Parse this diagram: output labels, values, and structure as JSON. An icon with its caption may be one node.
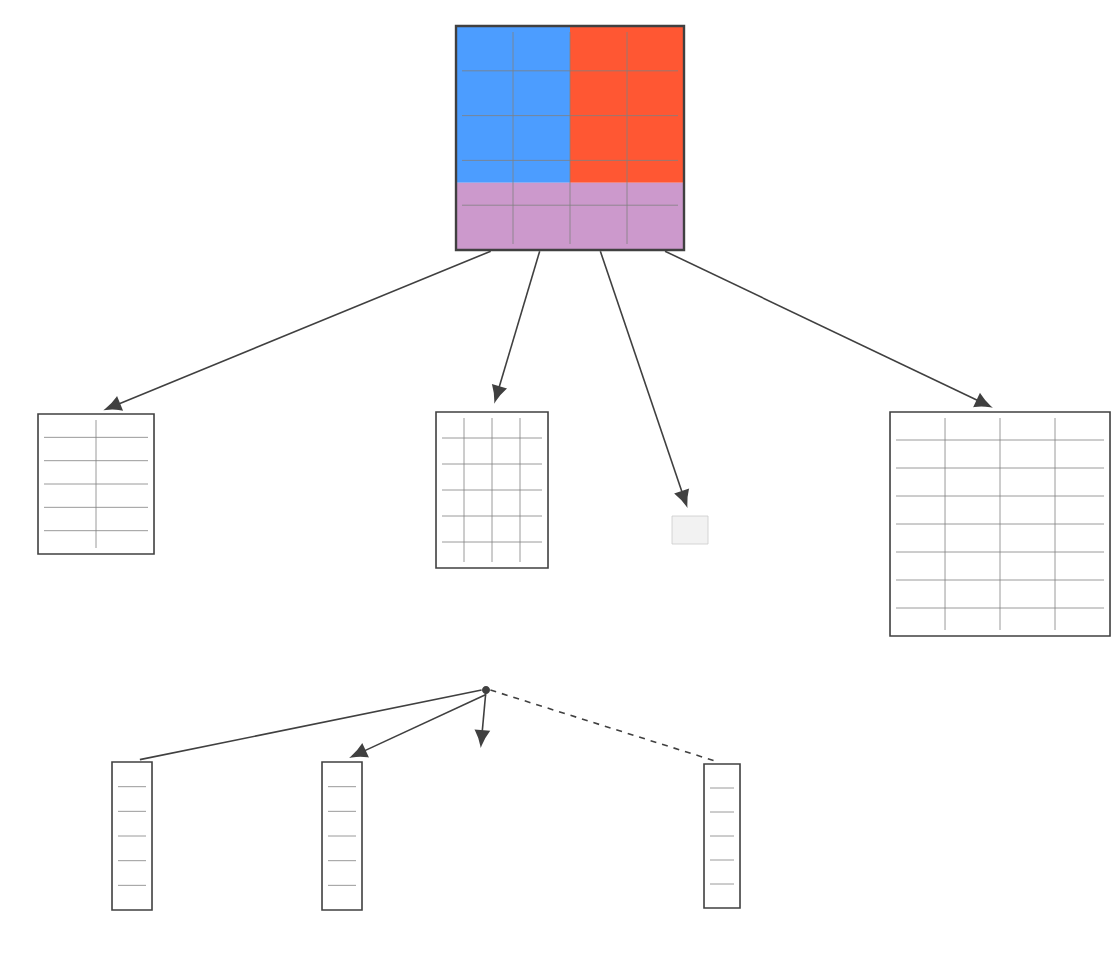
{
  "diagram": {
    "nodes": [
      {
        "text": [],
        "shape": "table"
      },
      {
        "text": [],
        "shape": "table"
      },
      {
        "text": [],
        "shape": "table"
      },
      {
        "text": [],
        "shape": "box"
      },
      {
        "text": [],
        "shape": "table"
      },
      {
        "text": [],
        "shape": "point"
      },
      {
        "text": [],
        "shape": "table"
      },
      {
        "text": [],
        "shape": "table"
      },
      {
        "text": [],
        "shape": "table"
      }
    ],
    "edges": [
      {
        "from": 0,
        "to": 1,
        "arrow": "to"
      },
      {
        "from": 0,
        "to": 2,
        "arrow": "to"
      },
      {
        "from": 0,
        "to": 3,
        "arrow": "to"
      },
      {
        "from": 0,
        "to": 4,
        "arrow": "to"
      },
      {
        "from": 5,
        "to": 6,
        "arrow": "none"
      },
      {
        "from": 5,
        "to": 7,
        "arrow": "to"
      },
      {
        "from": 5,
        "to": 8,
        "arrow": "none",
        "style": "dashed"
      },
      {
        "from": 5,
        "to": null,
        "arrow": "to"
      }
    ]
  }
}
